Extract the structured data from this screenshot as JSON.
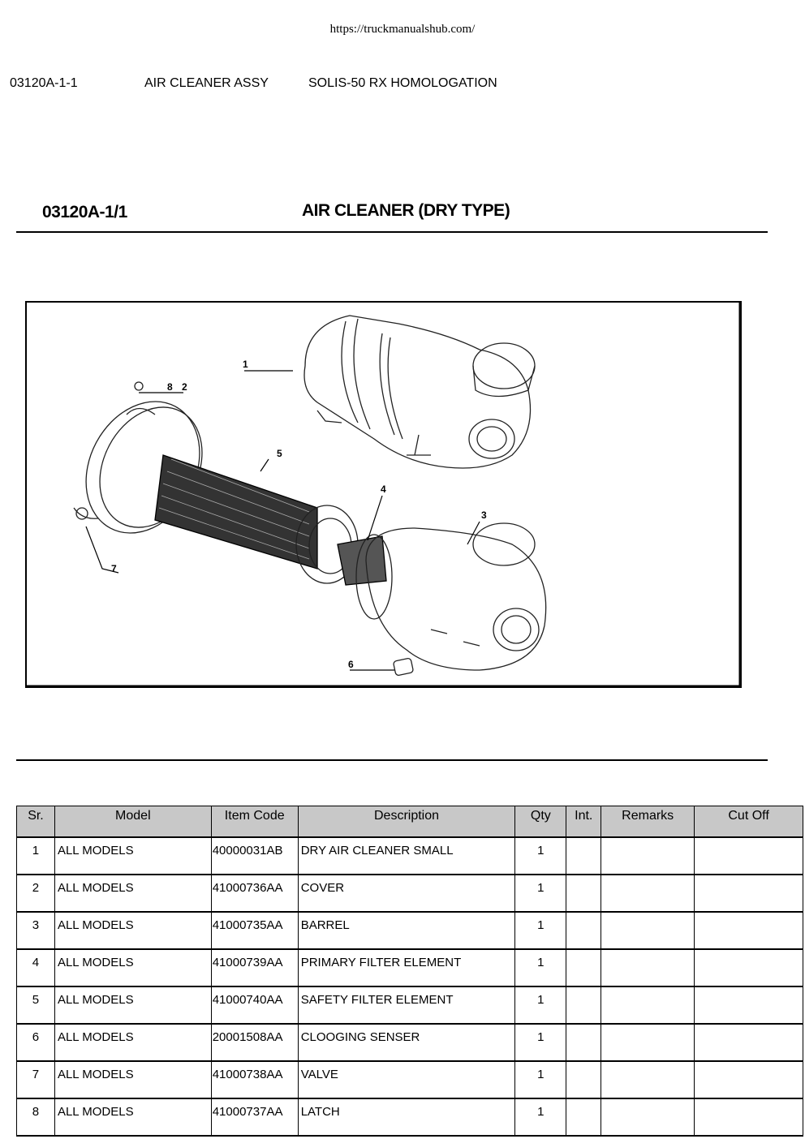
{
  "url": "https://truckmanualshub.com/",
  "header": {
    "code": "03120A-1-1",
    "title": "AIR CLEANER ASSY",
    "model": "SOLIS-50 RX HOMOLOGATION"
  },
  "figure": {
    "code": "03120A-1/1",
    "title": "AIR CLEANER (DRY TYPE)",
    "callouts": [
      "1",
      "2",
      "3",
      "4",
      "5",
      "6",
      "7",
      "8"
    ]
  },
  "table": {
    "columns": [
      "Sr.",
      "Model",
      "Item Code",
      "Description",
      "Qty",
      "Int.",
      "Remarks",
      "Cut Off"
    ],
    "rows": [
      {
        "sr": "1",
        "model": "ALL MODELS",
        "code": "40000031AB",
        "desc": "DRY AIR CLEANER SMALL",
        "qty": "1",
        "int": "",
        "remarks": "",
        "cutoff": ""
      },
      {
        "sr": "2",
        "model": "ALL MODELS",
        "code": "41000736AA",
        "desc": "COVER",
        "qty": "1",
        "int": "",
        "remarks": "",
        "cutoff": ""
      },
      {
        "sr": "3",
        "model": "ALL MODELS",
        "code": "41000735AA",
        "desc": "BARREL",
        "qty": "1",
        "int": "",
        "remarks": "",
        "cutoff": ""
      },
      {
        "sr": "4",
        "model": "ALL MODELS",
        "code": "41000739AA",
        "desc": "PRIMARY FILTER ELEMENT",
        "qty": "1",
        "int": "",
        "remarks": "",
        "cutoff": ""
      },
      {
        "sr": "5",
        "model": "ALL MODELS",
        "code": "41000740AA",
        "desc": "SAFETY FILTER ELEMENT",
        "qty": "1",
        "int": "",
        "remarks": "",
        "cutoff": ""
      },
      {
        "sr": "6",
        "model": "ALL MODELS",
        "code": "20001508AA",
        "desc": "CLOOGING SENSER",
        "qty": "1",
        "int": "",
        "remarks": "",
        "cutoff": ""
      },
      {
        "sr": "7",
        "model": "ALL MODELS",
        "code": "41000738AA",
        "desc": "VALVE",
        "qty": "1",
        "int": "",
        "remarks": "",
        "cutoff": ""
      },
      {
        "sr": "8",
        "model": "ALL MODELS",
        "code": "41000737AA",
        "desc": "LATCH",
        "qty": "1",
        "int": "",
        "remarks": "",
        "cutoff": ""
      }
    ]
  }
}
